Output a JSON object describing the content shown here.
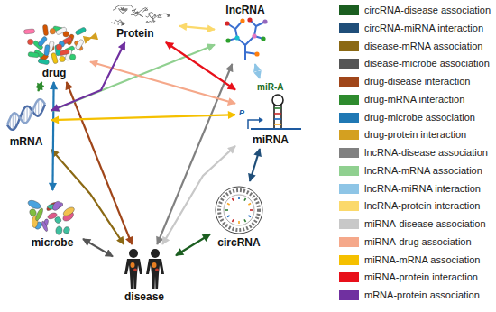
{
  "diagram": {
    "nodes": [
      {
        "text": [
          "drug"
        ]
      },
      {
        "text": [
          "Protein"
        ]
      },
      {
        "text": [
          "lncRNA"
        ]
      },
      {
        "text": [
          "mRNA"
        ]
      },
      {
        "text": [
          "miRNA"
        ]
      },
      {
        "text": [
          "microbe"
        ]
      },
      {
        "text": [
          "circRNA"
        ]
      },
      {
        "text": [
          "disease"
        ]
      }
    ],
    "edges": [
      {
        "from": 6,
        "to": 7,
        "arrow": "both"
      },
      {
        "from": 6,
        "to": 4,
        "arrow": "both"
      },
      {
        "from": 7,
        "to": 3,
        "arrow": "both"
      },
      {
        "from": 7,
        "to": 5,
        "arrow": "both"
      },
      {
        "from": 0,
        "to": 7,
        "arrow": "both"
      },
      {
        "from": 0,
        "to": 3,
        "arrow": "both"
      },
      {
        "from": 0,
        "to": 5,
        "arrow": "both"
      },
      {
        "from": 0,
        "to": 1,
        "arrow": "both"
      },
      {
        "from": 2,
        "to": 7,
        "arrow": "both"
      },
      {
        "from": 2,
        "to": 3,
        "arrow": "both"
      },
      {
        "from": 2,
        "to": 4,
        "arrow": "both"
      },
      {
        "from": 2,
        "to": 1,
        "arrow": "both"
      },
      {
        "from": 4,
        "to": 7,
        "arrow": "both"
      },
      {
        "from": 4,
        "to": 0,
        "arrow": "both"
      },
      {
        "from": 4,
        "to": 3,
        "arrow": "both"
      },
      {
        "from": 4,
        "to": 1,
        "arrow": "both"
      },
      {
        "from": 3,
        "to": 1,
        "arrow": "both"
      }
    ],
    "labels": [
      "miR-A",
      "P"
    ],
    "legend": [
      {
        "text": "circRNA-disease association",
        "color": "#1b5e20"
      },
      {
        "text": "circRNA-miRNA interaction",
        "color": "#1f4e79"
      },
      {
        "text": "disease-mRNA association",
        "color": "#8b6914"
      },
      {
        "text": "disease-microbe association",
        "color": "#555555"
      },
      {
        "text": "drug-disease interaction",
        "color": "#a0461a"
      },
      {
        "text": "drug-mRNA interaction",
        "color": "#2e8b2e"
      },
      {
        "text": "drug-microbe association",
        "color": "#1f78b4"
      },
      {
        "text": "drug-protein interaction",
        "color": "#d4a020"
      },
      {
        "text": "lncRNA-disease association",
        "color": "#808080"
      },
      {
        "text": "lncRNA-mRNA association",
        "color": "#90d090"
      },
      {
        "text": "lncRNA-miRNA interaction",
        "color": "#8ec5e6"
      },
      {
        "text": "lncRNA-protein interaction",
        "color": "#fbd96b"
      },
      {
        "text": "miRNA-disease association",
        "color": "#c8c8c8"
      },
      {
        "text": "miRNA-drug association",
        "color": "#f5a88a"
      },
      {
        "text": "miRNA-mRNA association",
        "color": "#f5c000"
      },
      {
        "text": "miRNA-protein interaction",
        "color": "#e8101a"
      },
      {
        "text": "mRNA-protein association",
        "color": "#7030a0"
      }
    ]
  }
}
